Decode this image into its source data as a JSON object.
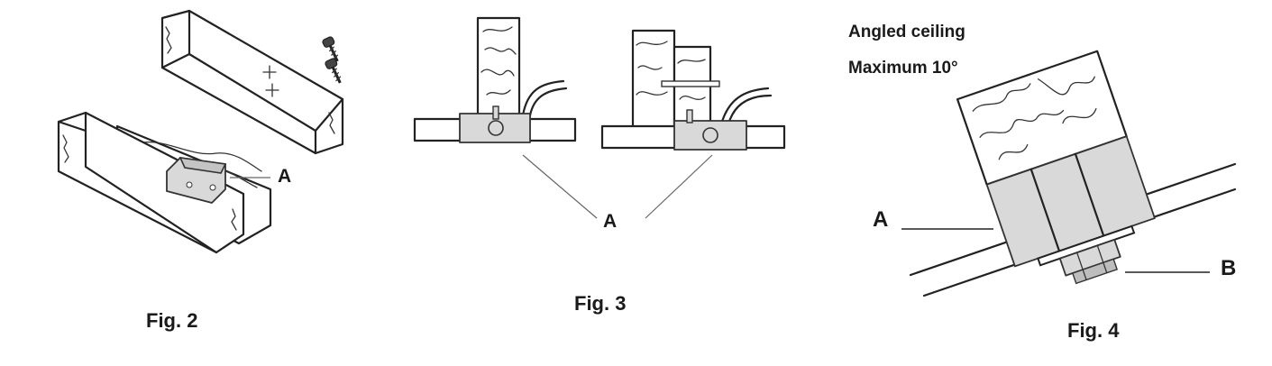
{
  "fig2": {
    "caption": "Fig. 2",
    "label_a": "A"
  },
  "fig3": {
    "caption": "Fig. 3",
    "label_a": "A"
  },
  "fig4": {
    "caption": "Fig. 4",
    "heading": "Angled ceiling",
    "subheading": "Maximum 10°",
    "label_a": "A",
    "label_b": "B"
  }
}
